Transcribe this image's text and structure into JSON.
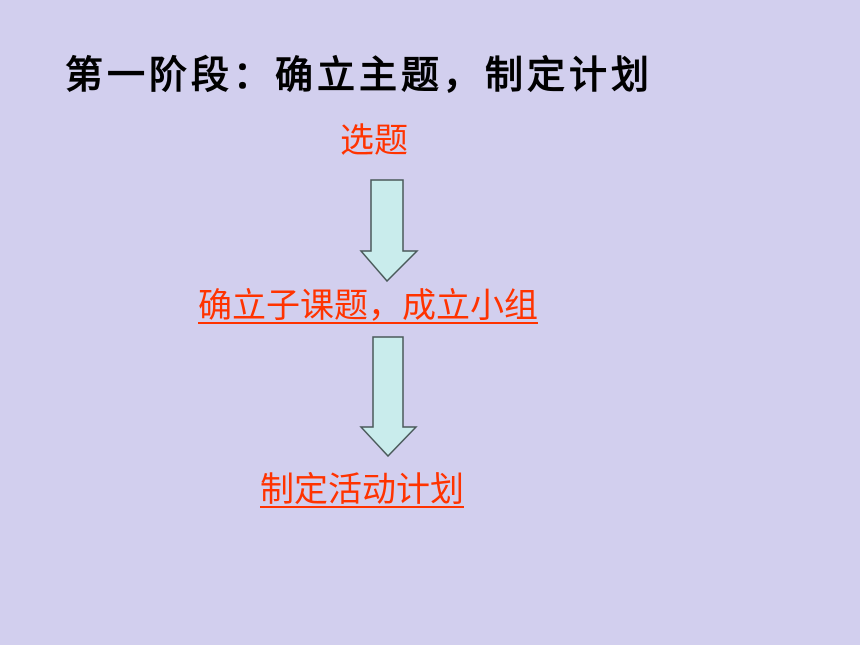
{
  "slide": {
    "title": "第一阶段：确立主题，制定计划"
  },
  "flow": {
    "steps": [
      {
        "label": "选题",
        "underlined": false
      },
      {
        "label": "确立子课题，成立小组",
        "underlined": true
      },
      {
        "label": "制定活动计划",
        "underlined": true
      }
    ]
  },
  "colors": {
    "background": "#d2cfee",
    "step_text": "#ff3300",
    "arrow_fill": "#c9ecec",
    "arrow_stroke": "#4a5a5a"
  }
}
